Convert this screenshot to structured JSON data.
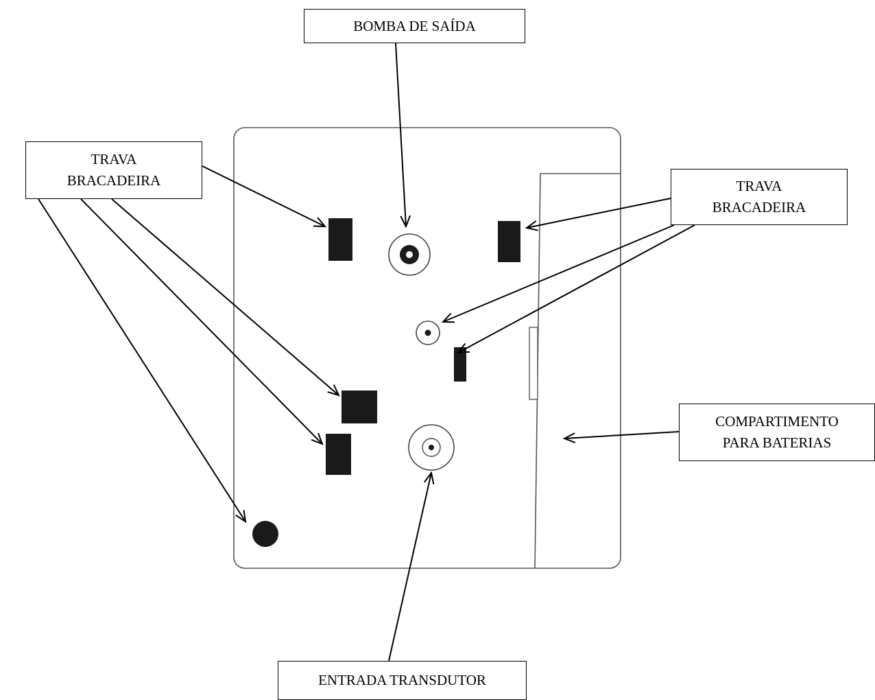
{
  "labels": {
    "bomba_saida": "BOMBA DE SAÍDA",
    "trava_left": {
      "line1": "TRAVA",
      "line2": "BRACADEIRA"
    },
    "trava_right": {
      "line1": "TRAVA",
      "line2": "BRACADEIRA"
    },
    "compartimento": {
      "line1": "COMPARTIMENTO",
      "line2": "PARA BATERIAS"
    },
    "entrada": "ENTRADA TRANSDUTOR"
  },
  "colors": {
    "stroke": "#000000",
    "fill": "#1a1a1a",
    "background": "#ffffff"
  }
}
